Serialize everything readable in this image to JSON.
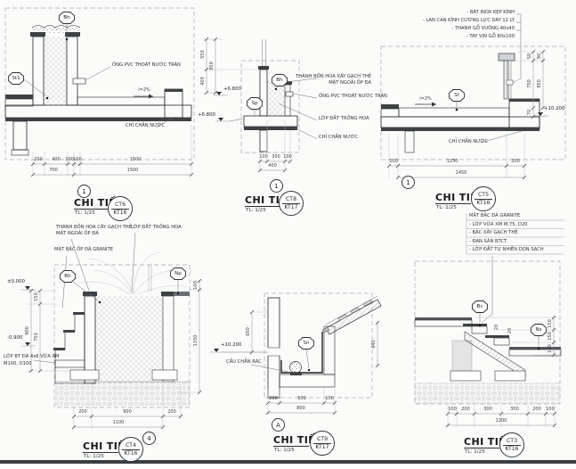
{
  "d1": {
    "markers": {
      "bh": "Bh",
      "st1": "St1"
    },
    "labels": {
      "pipe": "ỐNG PVC THOÁT NƯỚC TRÀN",
      "slope": "i=2%",
      "curb": "CHỈ CHẮN NƯỚC"
    },
    "dims_r1": [
      "200",
      "400",
      "100",
      "100",
      "1500"
    ],
    "dims_r2": [
      "700",
      "1500"
    ],
    "title": {
      "num": "1",
      "name": "CHI TIẾT",
      "scale": "TL: 1/25",
      "ct": "CT6",
      "kt": "KT16"
    }
  },
  "d2": {
    "markers": {
      "bh": "Bh",
      "sp": "Sp"
    },
    "labels": {
      "wall1": "THÀNH BỒN HOA XÂY GẠCH THẺ",
      "wall2": "MẶT NGOÀI ỐP ĐÁ",
      "pipe": "ỐNG PVC THOÁT NƯỚC TRÀN",
      "soil": "LỚP ĐẤT TRỒNG HOA",
      "curb": "CHỈ CHẮN NƯỚC"
    },
    "vdims": [
      "550",
      "400",
      "950"
    ],
    "elev1": "+6.800",
    "elev2": "+6.800",
    "dims_r1": [
      "100",
      "300",
      "100"
    ],
    "dims_r2": [
      "400"
    ],
    "title": {
      "num": "1",
      "name": "CHI TIẾT",
      "scale": "TL: 1/25",
      "ct": "CT8",
      "kt": "KT17"
    }
  },
  "d3": {
    "notes": [
      "- BÁT INOX KẸP KÍNH",
      "- LAN CAN KÍNH CƯỜNG LỰC DÀY 12 LY",
      "- THANH GỖ VUÔNG 40x40",
      "- TAY VỊN GỖ 80x100"
    ],
    "markers": {
      "st": "St"
    },
    "labels": {
      "slope": "i=2%",
      "curb": "CHỈ CHẮN NƯỚC"
    },
    "vdims": [
      "50",
      "90",
      "750",
      "950",
      "70"
    ],
    "elev": "+10.200",
    "dims_r1": [
      "100",
      "1250",
      "200"
    ],
    "dims_r2": [
      "1450"
    ],
    "title": {
      "num": "1",
      "name": "CHI TIẾT",
      "scale": "TL: 1/25",
      "ct": "CT5",
      "kt": "KT16"
    }
  },
  "d4": {
    "labels": {
      "wall1": "THÀNH BỒN HOA CÂY GẠCH THẺ",
      "wall2": "MẶT NGOÀI ỐP ĐÁ",
      "stone": "MẶT BẬC ỐP ĐÁ GRANITE",
      "soil": "LỚP ĐẤT TRỒNG HOA",
      "base1": "LỚP BT ĐÁ 4x6 VỮA XM",
      "base2": "M100, D100"
    },
    "markers": {
      "bh": "Bh",
      "np": "Np"
    },
    "elev1": "±0.000",
    "elev2": "-0.900",
    "vdims_l": [
      "150",
      "750",
      "900"
    ],
    "vdims_r": [
      "100",
      "1150"
    ],
    "dims_r1": [
      "200",
      "900",
      "200"
    ],
    "dims_r2": [
      "1100"
    ],
    "title": {
      "num": "4",
      "name": "CHI TIẾT",
      "scale": "TL: 1/25",
      "ct": "CT4",
      "kt": "KT16"
    }
  },
  "d5": {
    "markers": {
      "sn": "Sn"
    },
    "labels": {
      "trash": "CẦU CHẮN RÁC"
    },
    "elev": "+10.200",
    "vdim_l": "650",
    "vdim_r": "640",
    "dims_r1": [
      "200",
      "500",
      "100"
    ],
    "dims_r2": [
      "800"
    ],
    "title": {
      "num": "A",
      "name": "CHI TIẾT",
      "scale": "TL: 1/25",
      "ct": "CT9",
      "kt": "KT17"
    }
  },
  "d6": {
    "notes": [
      "MẶT BẬC ĐÁ GRANITE",
      "- LỚP VỮA XM M.75, D20",
      "- BẬC XÂY GẠCH THẺ",
      "- ĐAN SÀN BTCT",
      "- LỚP ĐẤT TỰ NHIÊN DỌN SẠCH"
    ],
    "markers": {
      "bc": "Bc",
      "ns": "Ns"
    },
    "vdims": [
      "150",
      "150",
      "150"
    ],
    "step_dims": [
      "20",
      "20"
    ],
    "dims_r1": [
      "100",
      "200",
      "300",
      "300",
      "200",
      "100"
    ],
    "dims_r2": [
      "1200"
    ],
    "title": {
      "name": "CHI TIẾT",
      "scale": "TL: 1/25",
      "ct": "CT3",
      "kt": "KT16"
    }
  }
}
